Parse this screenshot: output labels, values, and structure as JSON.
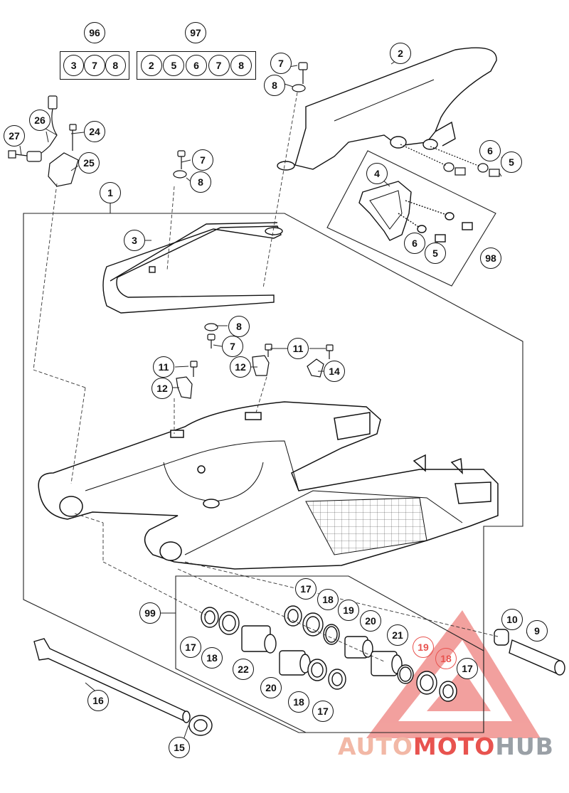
{
  "kits": {
    "kit96": {
      "label": "96",
      "items": [
        "3",
        "7",
        "8"
      ]
    },
    "kit97": {
      "label": "97",
      "items": [
        "2",
        "5",
        "6",
        "7",
        "8"
      ]
    }
  },
  "parts": {
    "p1": "1",
    "p2": "2",
    "p3": "3",
    "p4": "4",
    "p5a": "5",
    "p5b": "5",
    "p6a": "6",
    "p6b": "6",
    "p7a": "7",
    "p7b": "7",
    "p7c": "7",
    "p8a": "8",
    "p8b": "8",
    "p8c": "8",
    "p9": "9",
    "p10": "10",
    "p11a": "11",
    "p11b": "11",
    "p12a": "12",
    "p12b": "12",
    "p14": "14",
    "p15": "15",
    "p16": "16",
    "p17a": "17",
    "p17b": "17",
    "p17c": "17",
    "p17d": "17",
    "p18a": "18",
    "p18b": "18",
    "p18c": "18",
    "p18d": "18",
    "p19a": "19",
    "p19b": "19",
    "p20a": "20",
    "p20b": "20",
    "p21": "21",
    "p22": "22",
    "p24": "24",
    "p25": "25",
    "p26": "26",
    "p27": "27",
    "p98": "98",
    "p99": "99"
  },
  "watermark": {
    "part1": "AUTO",
    "part2": "MOTO",
    "part3": "HUB"
  },
  "colors": {
    "watermark_red": "#e8534f",
    "watermark_light": "#f2b8a6",
    "watermark_gray": "#9aa0a6",
    "line": "#111111"
  }
}
